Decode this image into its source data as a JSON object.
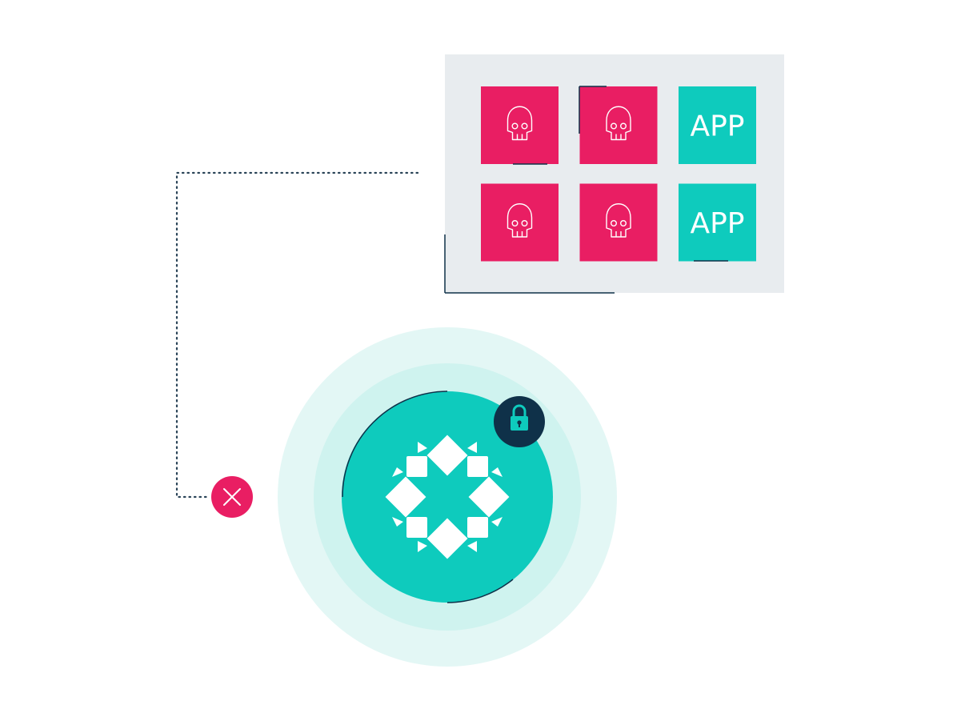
{
  "colors": {
    "background": "#ffffff",
    "panel": "#e8ecef",
    "threat": "#e91e63",
    "app": "#0ecbbd",
    "dark": "#0f3149",
    "ring_outer": "#e3f7f5",
    "ring_inner": "#cff3ef",
    "core": "#0ecbbd",
    "connector": "#2a4458"
  },
  "grid": {
    "tiles": [
      {
        "kind": "threat",
        "icon": "skull-icon",
        "label": ""
      },
      {
        "kind": "threat",
        "icon": "skull-icon",
        "label": ""
      },
      {
        "kind": "app",
        "icon": "",
        "label": "APP"
      },
      {
        "kind": "threat",
        "icon": "skull-icon",
        "label": ""
      },
      {
        "kind": "threat",
        "icon": "skull-icon",
        "label": ""
      },
      {
        "kind": "app",
        "icon": "",
        "label": "APP"
      }
    ]
  },
  "icons": {
    "core": "flower-logo-icon",
    "lock": "lock-icon",
    "block": "close-icon"
  }
}
